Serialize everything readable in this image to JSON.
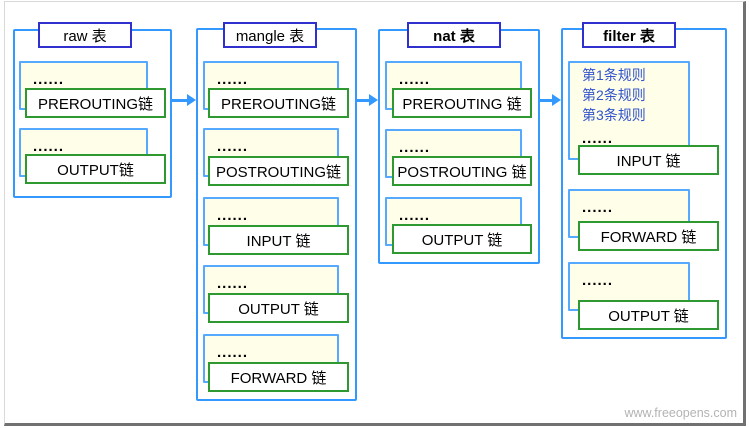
{
  "watermark": "www.freeopens.com",
  "ellipsis": "......",
  "colors": {
    "container_border": "#3399ff",
    "title_border": "#3030cf",
    "chain_border": "#2e9931",
    "rules_box_bg": "#fefee9",
    "rules_box_border": "#55aaff",
    "rule_text": "#3355cc",
    "arrow": "#3399ff",
    "watermark_text": "#b3b3b3"
  },
  "tables": [
    {
      "title": "raw 表",
      "chains": [
        "PREROUTING链",
        "OUTPUT链"
      ]
    },
    {
      "title": "mangle 表",
      "chains": [
        "PREROUTING链",
        "POSTROUTING链",
        "INPUT 链",
        "OUTPUT 链",
        "FORWARD 链"
      ]
    },
    {
      "title": "nat 表",
      "chains": [
        "PREROUTING 链",
        "POSTROUTING 链",
        "OUTPUT 链"
      ]
    },
    {
      "title": "filter 表",
      "rules": [
        "第1条规则",
        "第2条规则",
        "第3条规则"
      ],
      "chains": [
        "INPUT 链",
        "FORWARD 链",
        "OUTPUT 链"
      ]
    }
  ]
}
